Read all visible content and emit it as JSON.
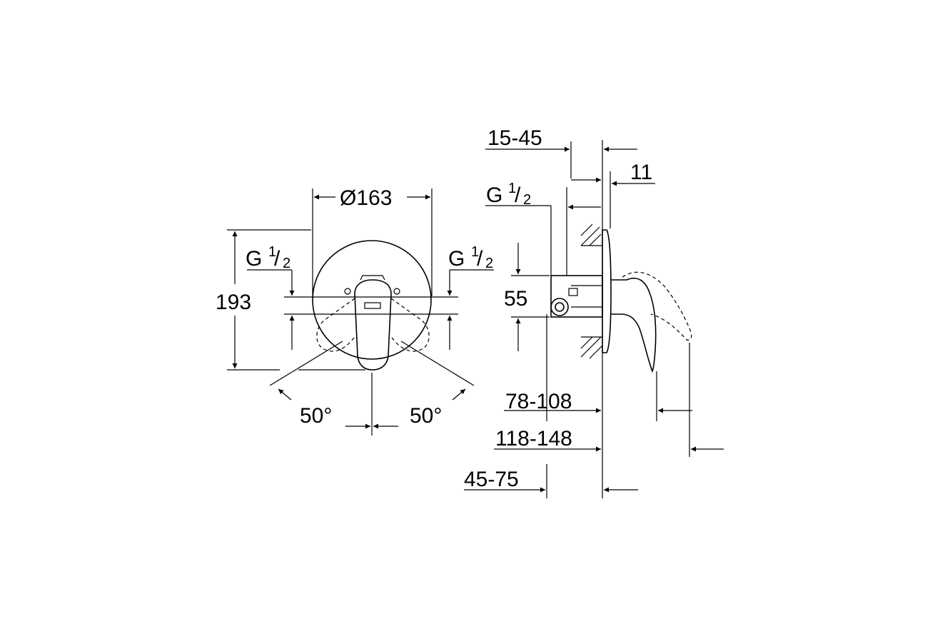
{
  "front_view": {
    "diameter_label": "Ø163",
    "height_label": "193",
    "thread_left": {
      "main": "G",
      "num": "1",
      "slash": "/",
      "den": "2"
    },
    "thread_right": {
      "main": "G",
      "num": "1",
      "slash": "/",
      "den": "2"
    },
    "angle_left": "50°",
    "angle_right": "50°"
  },
  "side_view": {
    "dim_wall_depth": "15-45",
    "dim_plate": "11",
    "thread": {
      "main": "G",
      "num": "1",
      "slash": "/",
      "den": "2"
    },
    "dim_height": "55",
    "dim_projection_1": "78-108",
    "dim_projection_2": "118-148",
    "dim_body": "45-75"
  }
}
